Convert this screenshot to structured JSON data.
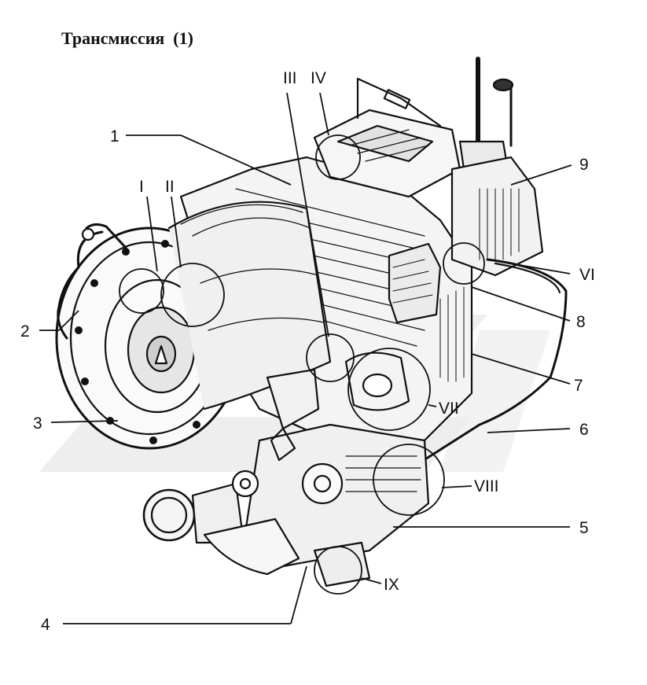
{
  "title": "Трансмиссия  (1)",
  "callouts": {
    "c1": "1",
    "c2": "2",
    "c3": "3",
    "c4": "4",
    "c5": "5",
    "c6": "6",
    "c7": "7",
    "c8": "8",
    "c9": "9",
    "rI": "I",
    "rII": "II",
    "rIII": "III",
    "rIV": "IV",
    "rVI": "VI",
    "rVII": "VII",
    "rVIII": "VIII",
    "rIX": "IX"
  },
  "colors": {
    "ink": "#111111",
    "watermark": "#e9e9e9"
  }
}
